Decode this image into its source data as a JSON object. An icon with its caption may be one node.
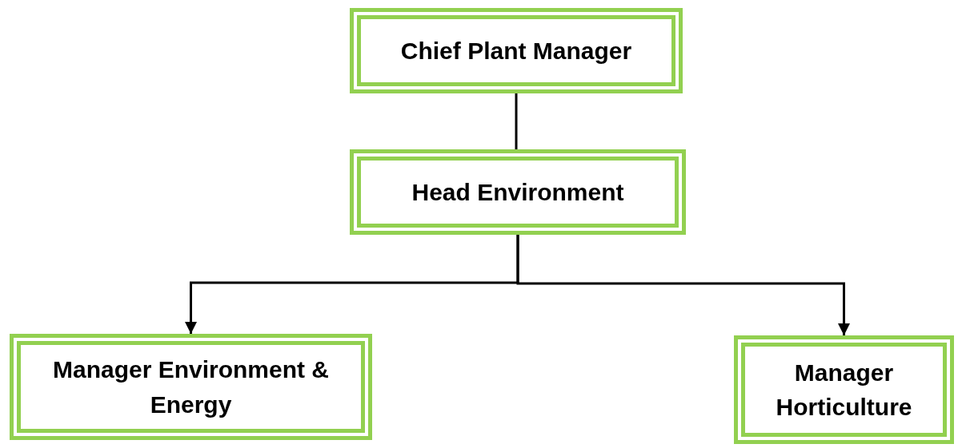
{
  "diagram": {
    "nodes": [
      {
        "text": [
          "Chief Plant Manager"
        ]
      },
      {
        "text": [
          "Head Environment"
        ]
      },
      {
        "text": [
          "Manager Environment & Energy"
        ]
      },
      {
        "text": [
          "Manager Horticulture"
        ]
      }
    ],
    "edges": [
      {
        "from": 0,
        "to": 1,
        "arrow": "none"
      },
      {
        "from": 1,
        "to": 2,
        "arrow": "to"
      },
      {
        "from": 1,
        "to": 3,
        "arrow": "to"
      }
    ]
  }
}
